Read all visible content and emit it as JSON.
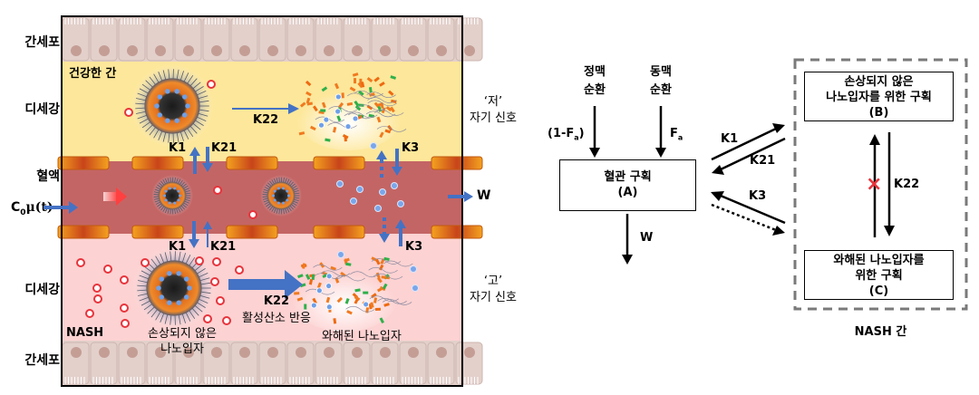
{
  "left_panel": {
    "row_labels": {
      "hepatocyte_top": "간세포",
      "sinusoid_top": "디세강",
      "blood": "혈액",
      "sinusoid_bottom": "디세강",
      "hepatocyte_bottom": "간세포"
    },
    "input_label_main": "C",
    "input_label_sub": "0",
    "input_label_func": "μ(t)",
    "healthy_liver_label": "건강한 간",
    "nash_label": "NASH",
    "rate_labels": {
      "k1_top": "K1",
      "k21_top": "K21",
      "k22_top": "K22",
      "k3_top": "K3",
      "k1_bottom": "K1",
      "k21_bottom": "K21",
      "k22_bottom": "K22",
      "k3_bottom": "K3"
    },
    "ros_reaction_label": "활성산소 반응",
    "intact_np_label_line1": "손상되지 않은",
    "intact_np_label_line2": "나노입자",
    "degraded_np_label": "와해된 나노입자",
    "outflow_label": "W",
    "signal_low_line1": "‘저’",
    "signal_low_line2": "자기 신호",
    "signal_high_line1": "‘고’",
    "signal_high_line2": "자기 신호"
  },
  "compartment_model": {
    "portal_inflow_line1": "정맥",
    "portal_inflow_line2": "순환",
    "arterial_inflow_line1": "동맥",
    "arterial_inflow_line2": "순환",
    "portal_fraction_prefix": "(1-F",
    "portal_fraction_sub": "a",
    "portal_fraction_suffix": ")",
    "arterial_fraction_main": "F",
    "arterial_fraction_sub": "a",
    "vascular_box_line1": "혈관 구획",
    "vascular_box_line2": "(A)",
    "outflow_label": "W",
    "k1_label": "K1",
    "k21_label": "K21",
    "k3_label": "K3",
    "k22_label": "K22",
    "box_b_line1": "손상되지 않은",
    "box_b_line2": "나노입자를 위한 구획",
    "box_b_line3": "(B)",
    "box_c_line1": "와해된 나노입자를",
    "box_c_line2": "위한 구획",
    "box_c_line3": "(C)",
    "group_label": "NASH 간",
    "blocked_marker": "×"
  },
  "colors": {
    "hepatocyte": "#e3d0cb",
    "nucleus": "#c49e95",
    "healthy_sinusoid": "#fde79a",
    "blood": "#c46565",
    "nash_sinusoid": "#fdd2d2",
    "endothelial": "#e8861a",
    "flow_arrow": "#4472c4",
    "ros_dot": "#e8333b",
    "blocked_marker": "#e8333b",
    "dashed_group": "#7a7a7a"
  }
}
